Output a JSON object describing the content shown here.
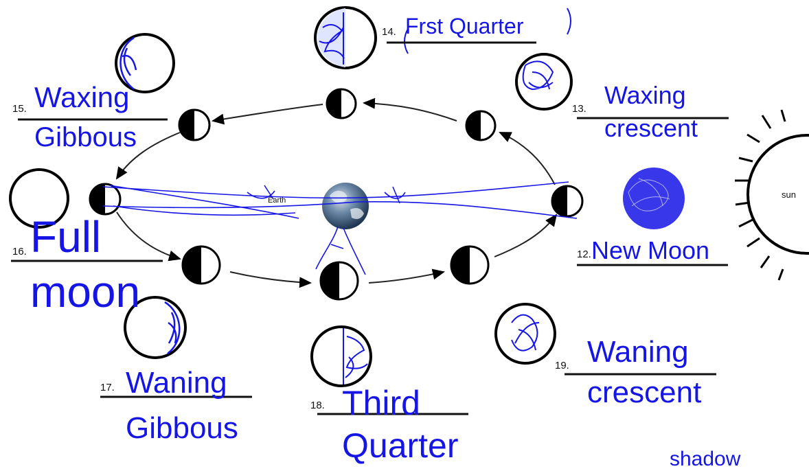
{
  "colors": {
    "ink": "#000000",
    "handwriting_blue": "#1515e6",
    "earth": "#4d6f93"
  },
  "sun": {
    "label": "sun"
  },
  "earth_label": "Earth",
  "bottom_note": "shadow",
  "questions": [
    {
      "number": "12.",
      "answer_line1": "New Moon",
      "answer_line2": ""
    },
    {
      "number": "13.",
      "answer_line1": "Waxing",
      "answer_line2": "crescent"
    },
    {
      "number": "14.",
      "answer_line1": "Frst Quarter",
      "answer_line2": ""
    },
    {
      "number": "15.",
      "answer_line1": "Waxing",
      "answer_line2": "Gibbous"
    },
    {
      "number": "16.",
      "answer_line1": "Full",
      "answer_line2": "moon"
    },
    {
      "number": "17.",
      "answer_line1": "Waning",
      "answer_line2": "Gibbous"
    },
    {
      "number": "18.",
      "answer_line1": "Third",
      "answer_line2": "Quarter"
    },
    {
      "number": "19.",
      "answer_line1": "Waning",
      "answer_line2": "crescent"
    }
  ]
}
